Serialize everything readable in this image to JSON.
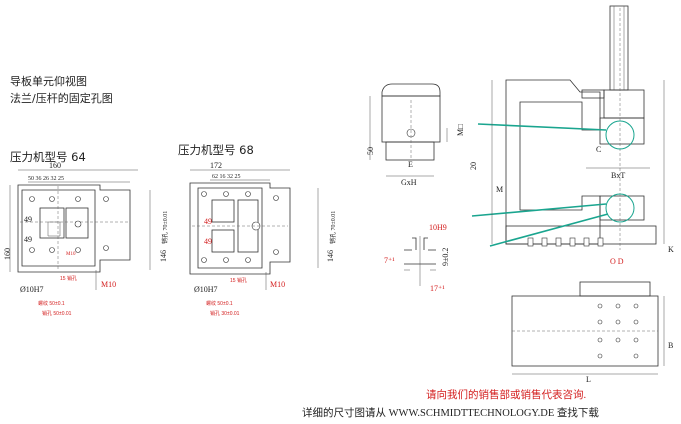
{
  "titles": {
    "line1": "导板单元仰视图",
    "line2": "法兰/压杆的固定孔图"
  },
  "model64": {
    "label": "压力机型号 64",
    "dim_160_top": "160",
    "dims_row": "50  36 26  32 25",
    "dim_49_a": "49",
    "dim_49_b": "49",
    "dim_160_side": "160",
    "dim_146": "146",
    "side_note": "销孔 70±0.01",
    "red_hole": "M10",
    "red_m10": "M10",
    "red_note": "15 销孔",
    "bore": "Ø10H7",
    "note1": "螺纹 50±0.1",
    "note2": "销孔 50±0.01"
  },
  "model68": {
    "label": "压力机型号 68",
    "dim_172": "172",
    "dims_row": "62 16 32 25",
    "red_49_a": "49",
    "red_49_b": "49",
    "dim_146": "146",
    "side_note": "销孔 70±0.01",
    "red_m10": "M10",
    "red_note": "15 销孔",
    "bore": "Ø10H7",
    "note1": "螺纹 50±0.1",
    "note2": "销孔 30±0.01"
  },
  "profile": {
    "dim_50": "50",
    "label_e": "E",
    "label_gxh": "GxH",
    "label_mq": "M□",
    "dim_20": "20"
  },
  "slot": {
    "tol_10h9": "10H9",
    "dim_7": "7⁺¹",
    "dim_9": "9±0.2",
    "dim_17": "17⁺¹"
  },
  "press": {
    "label_c": "C",
    "label_bxt": "BxT",
    "label_m": "M",
    "label_k": "K",
    "label_od": "O D",
    "label_b": "B",
    "label_l": "L"
  },
  "footer": {
    "contact": "请向我们的销售部或销售代表咨询.",
    "download": "详细的尺寸图请从 WWW.SCHMIDTTECHNOLOGY.DE 查找下载"
  },
  "colors": {
    "accent_red": "#d42020",
    "teal": "#1aa58f"
  }
}
